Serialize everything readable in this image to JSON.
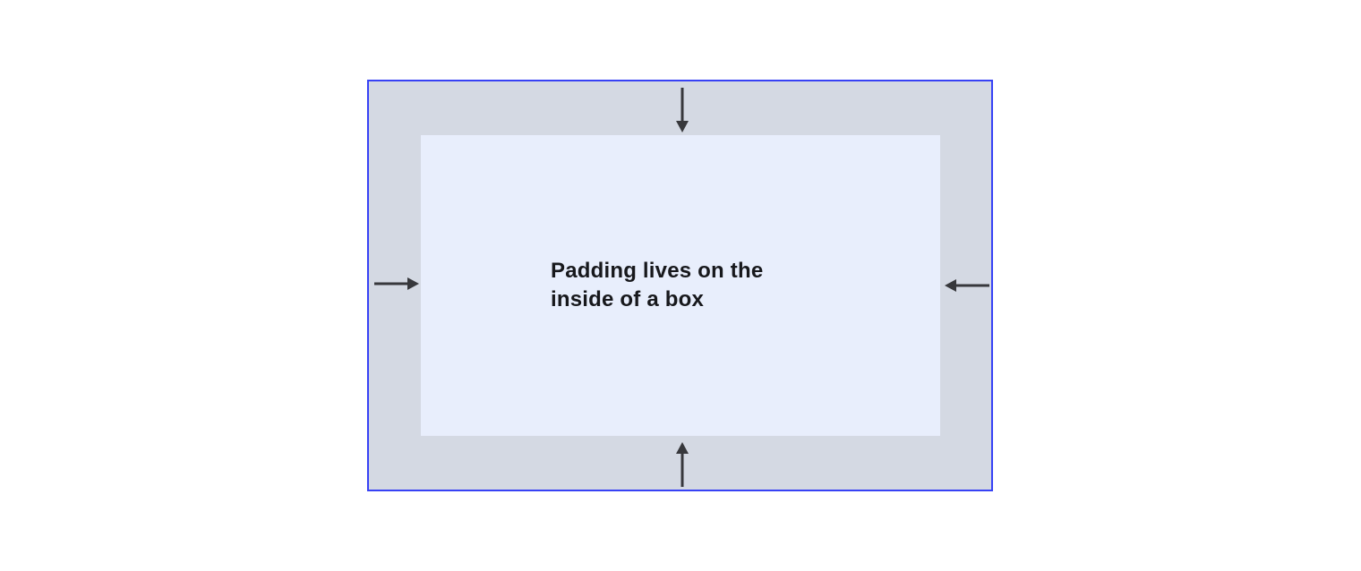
{
  "diagram": {
    "title": "css-padding-box-diagram",
    "content_label": "Padding lives on the inside of a box",
    "colors": {
      "border": "#3742f5",
      "padding_area": "#d4d9e3",
      "content_box": "#e8eefc",
      "arrow": "#37383c",
      "text": "#17181c",
      "canvas": "#ffffff"
    },
    "arrows": [
      {
        "position": "top",
        "direction": "down"
      },
      {
        "position": "left",
        "direction": "right"
      },
      {
        "position": "right",
        "direction": "left"
      },
      {
        "position": "bottom",
        "direction": "up"
      }
    ]
  }
}
